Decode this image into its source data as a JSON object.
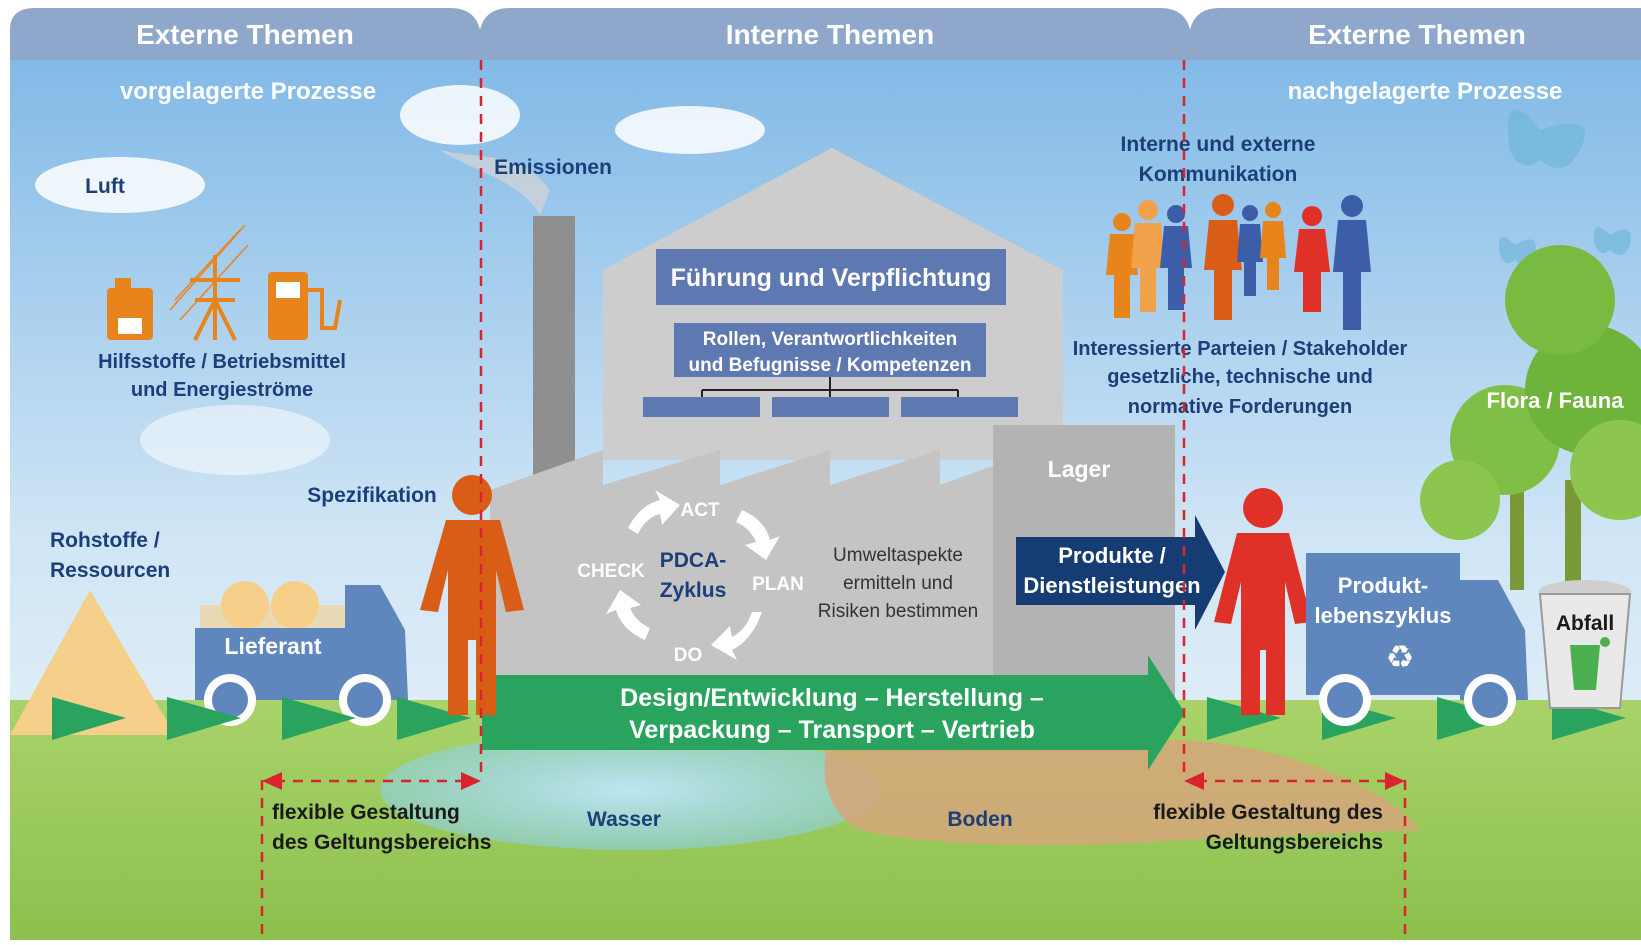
{
  "header": {
    "left": "Externe Themen",
    "center": "Interne Themen",
    "right": "Externe Themen"
  },
  "subheader": {
    "left": "vorgelagerte Prozesse",
    "right": "nachgelagerte Prozesse"
  },
  "labels": {
    "luft": "Luft",
    "hilfsstoffe_1": "Hilfsstoffe / Betriebsmittel",
    "hilfsstoffe_2": "und Energieströme",
    "emissionen": "Emissionen",
    "spezifikation": "Spezifikation",
    "rohstoffe_1": "Rohstoffe /",
    "rohstoffe_2": "Ressourcen",
    "lieferant": "Lieferant",
    "kommunikation_1": "Interne und externe",
    "kommunikation_2": "Kommunikation",
    "parteien_1": "Interessierte Parteien / Stakeholder",
    "parteien_2": "gesetzliche, technische und",
    "parteien_3": "normative Forderungen",
    "flora": "Flora / Fauna",
    "lager": "Lager",
    "produkt_1": "Produkt-",
    "produkt_2": "lebenszyklus",
    "abfall": "Abfall",
    "wasser": "Wasser",
    "boden": "Boden",
    "flex_left_1": "flexible Gestaltung",
    "flex_left_2": "des Geltungsbereichs",
    "flex_right_1": "flexible Gestaltung des",
    "flex_right_2": "Geltungsbereichs"
  },
  "factory": {
    "fuehrung": "Führung und Verpflichtung",
    "rollen_1": "Rollen, Verantwortlichkeiten",
    "rollen_2": "und Befugnisse / Kompetenzen",
    "umwelt_1": "Umweltaspekte",
    "umwelt_2": "ermitteln und",
    "umwelt_3": "Risiken bestimmen"
  },
  "pdca": {
    "act": "ACT",
    "plan": "PLAN",
    "do": "DO",
    "check": "CHECK",
    "center_1": "PDCA-",
    "center_2": "Zyklus"
  },
  "arrows": {
    "produkte_1": "Produkte /",
    "produkte_2": "Dienstleistungen",
    "process_1": "Design/Entwicklung – Herstellung –",
    "process_2": "Verpackung – Transport – Vertrieb"
  },
  "colors": {
    "header": "#8fa7cb",
    "sky_top": "#7fb8e6",
    "grass": "#9ccb5a",
    "dark_blue": "#1c3f7a",
    "factory_grey": "#c9c9c9",
    "blue_box": "#5e78b1",
    "green_arrow": "#2aa35f",
    "orange": "#e8841c",
    "person_orange": "#d95c17",
    "person_red": "#e03128",
    "truck": "#5f86bd",
    "dash_red": "#d9232d"
  }
}
